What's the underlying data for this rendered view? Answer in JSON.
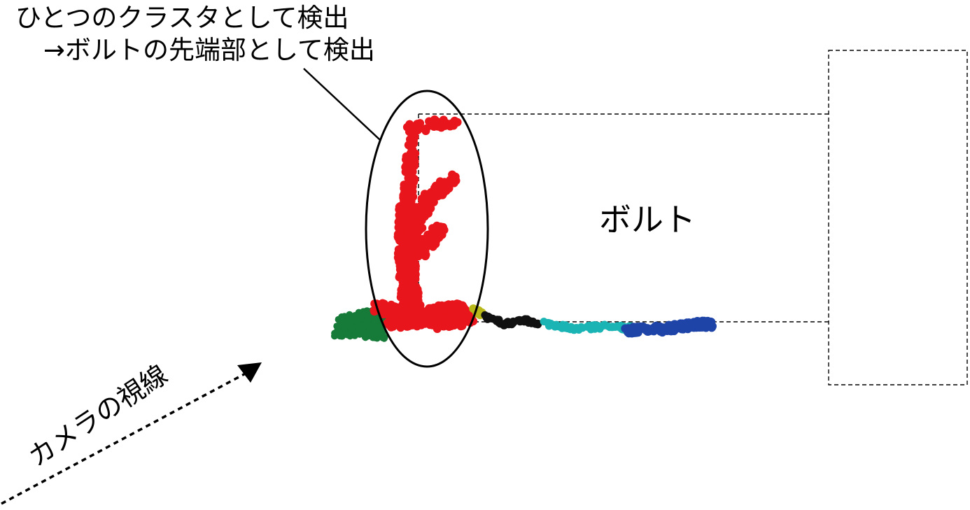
{
  "annotation": {
    "line1": "ひとつのクラスタとして検出",
    "line2": "→ボルトの先端部として検出"
  },
  "bolt_label": "ボルト",
  "gaze_label": "カメラの視線",
  "colors": {
    "red": "#e8161c",
    "green": "#167a38",
    "yellow": "#b8b81a",
    "black": "#111111",
    "cyan": "#1ab4b4",
    "blue": "#1e44a8",
    "outline": "#000000"
  },
  "icons": [
    "arrowhead-icon"
  ]
}
